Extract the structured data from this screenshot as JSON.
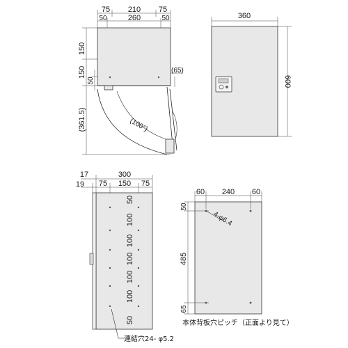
{
  "top_view": {
    "dim_top_left": "75",
    "dim_top_center": "210",
    "dim_top_right": "75",
    "dim_second_left": "50",
    "dim_second_center": "260",
    "dim_second_right": "50",
    "dim_left_upper": "150",
    "dim_left_lower": "150",
    "dim_left_small": "50",
    "dim_door_offset": "(65)",
    "dim_swing_depth": "(361.5)",
    "door_angle": "(100°)"
  },
  "front_view": {
    "width": "360",
    "height": "600"
  },
  "side_view": {
    "dim_17": "17",
    "dim_19": "19",
    "dim_300": "300",
    "dim_75_left": "75",
    "dim_150": "150",
    "dim_75_right": "75",
    "vertical_dims": [
      "50",
      "100",
      "100",
      "100",
      "100",
      "100",
      "50"
    ],
    "connect_note": "連結穴24- φ5.2"
  },
  "back_view": {
    "dim_60_left": "60",
    "dim_240": "240",
    "dim_60_right": "60",
    "dim_50": "50",
    "dim_485": "485",
    "dim_65": "65",
    "hole_note": "4-φ6.4",
    "caption": "本体背板穴ピッチ（正面より見て）"
  }
}
